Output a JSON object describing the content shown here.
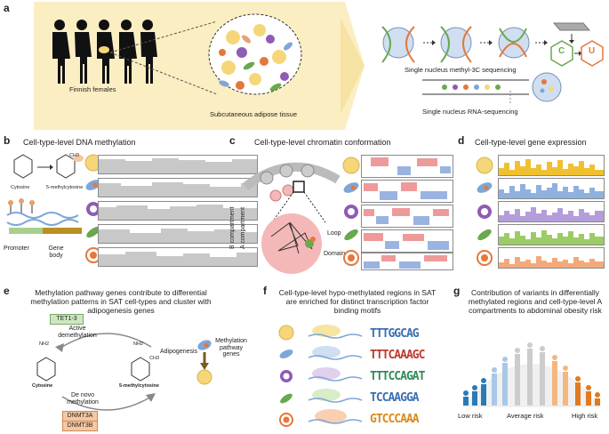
{
  "panels": {
    "a": {
      "label": "a",
      "cohort": "Finnish females",
      "tissue": "Subcutaneous adipose tissue",
      "methyl3c": "Single nucleus methyl-3C sequencing",
      "rnaseq": "Single nucleus RNA-sequencing",
      "c_letter": "C",
      "u_letter": "U"
    },
    "b": {
      "label": "b",
      "title": "Cell-type-level DNA methylation",
      "cytosine": "Cytosine",
      "methylcytosine": "5-methylcytosine",
      "ch3": "CH3",
      "promoter": "Promoter",
      "gene_body": "Gene body"
    },
    "c": {
      "label": "c",
      "title": "Cell-type-level chromatin conformation",
      "b_compartment": "B compartment",
      "a_compartment": "A compartment",
      "loop": "Loop",
      "domain": "Domain"
    },
    "d": {
      "label": "d",
      "title": "Cell-type-level gene expression"
    },
    "e": {
      "label": "e",
      "title": "Methylation pathway genes contribute to differential methylation patterns in SAT cell-types and cluster with adipogenesis genes",
      "tet": "TET1-3",
      "active_demethylation": "Active demethylation",
      "cytosine": "Cytosine",
      "methylcytosine": "5-methylcytosine",
      "nh2": "NH2",
      "ch3": "CH3",
      "de_novo": "De novo methylation",
      "dnmt3a": "DNMT3A",
      "dnmt3b": "DNMT3B",
      "adipogenesis": "Adipogenesis",
      "pathway_genes": "Methylation pathway genes"
    },
    "f": {
      "label": "f",
      "title": "Cell-type-level hypo-methylated regions in SAT are enriched for distinct transcription factor binding motifs",
      "motifs": [
        "TTTGGCAG",
        "TTTCAAAGC",
        "TTTCCAGAT",
        "TCCAAGGA",
        "GTCCCAAA"
      ]
    },
    "g": {
      "label": "g",
      "title": "Contribution of variants in differentially methylated regions and cell-type-level A compartments to abdominal obesity risk",
      "low": "Low risk",
      "average": "Average risk",
      "high": "High risk"
    }
  },
  "colors": {
    "cell_yellow": "#f5d77a",
    "cell_blue": "#7ea6d8",
    "cell_purple": "#8e5bb5",
    "cell_green": "#6aa84f",
    "cell_orange": "#e5773a",
    "panel_a_bg": "#fbeec2",
    "hic_red": "#ef9a9a",
    "hic_blue": "#9bb3e0",
    "tet_green": "#cfe7c0",
    "dnmt_orange": "#f6c7a0"
  }
}
